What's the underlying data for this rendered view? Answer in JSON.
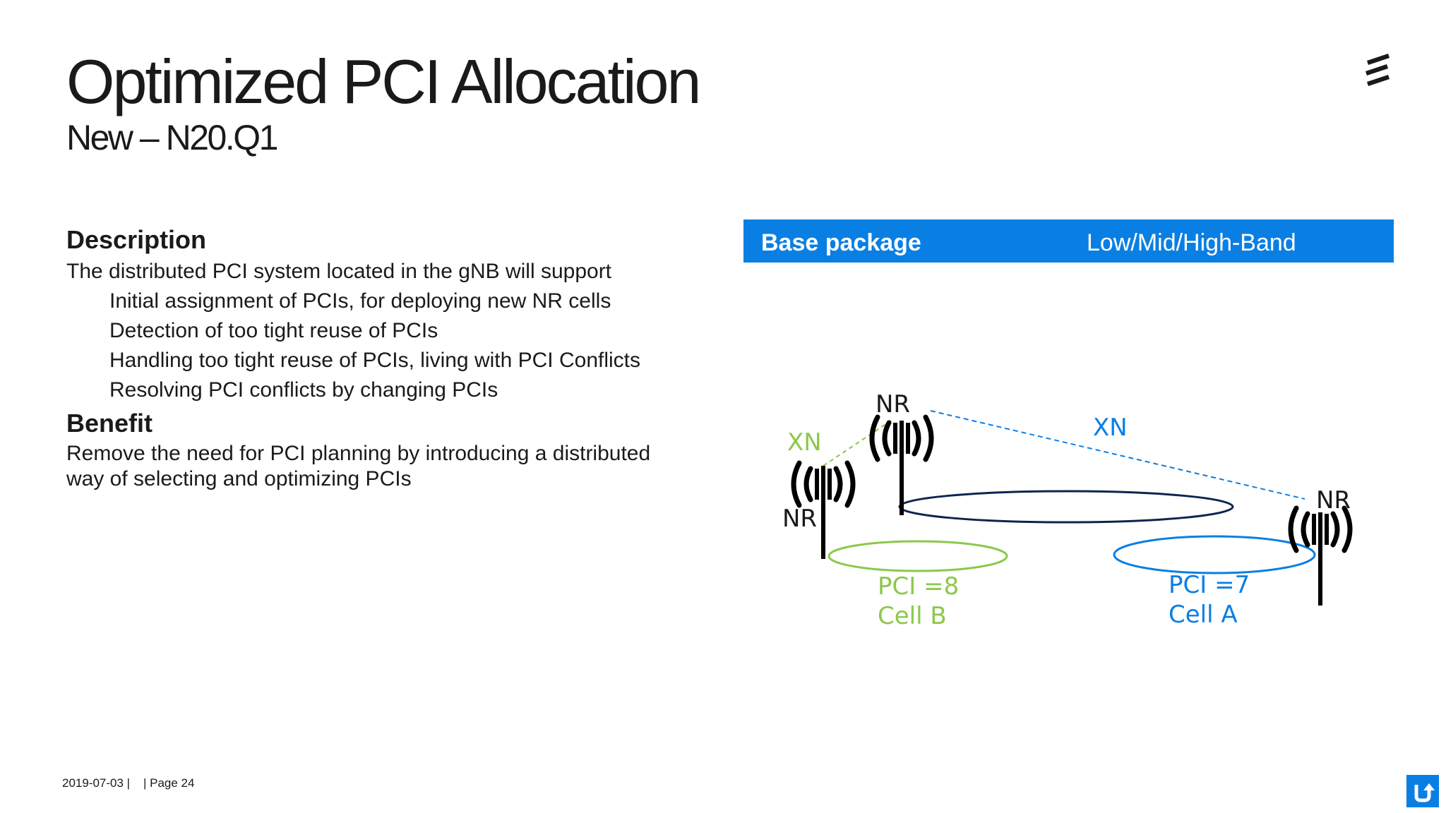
{
  "slide": {
    "title": "Optimized PCI Allocation",
    "subtitle": "New – N20.Q1"
  },
  "description": {
    "heading": "Description",
    "intro": "The distributed PCI system located in the gNB will support",
    "items": [
      "Initial assignment of PCIs, for deploying new NR cells",
      "Detection of too tight reuse of PCIs",
      "Handling too tight reuse of PCIs, living with PCI Conflicts",
      "Resolving PCI conflicts by changing PCIs"
    ]
  },
  "benefit": {
    "heading": "Benefit",
    "lines": [
      "Remove the need for PCI planning by introducing a distributed",
      "way of selecting and optimizing PCIs"
    ]
  },
  "package": {
    "label": "Base package",
    "band": "Low/Mid/High-Band"
  },
  "diagram": {
    "node_top": "NR",
    "node_left": "NR",
    "node_right": "NR",
    "link_green": "XN",
    "link_blue": "XN",
    "cell_b_pci": "PCI =8",
    "cell_b_name": "Cell B",
    "cell_a_pci": "PCI =7",
    "cell_a_name": "Cell A",
    "colors": {
      "green": "#8cc84b",
      "blue": "#0a7fe3",
      "navy": "#0c2550",
      "antenna": "#000000"
    }
  },
  "footer": {
    "text": "2019-07-03 |    | Page 24"
  },
  "icons": {
    "logo": "ericsson-logo-icon",
    "corner": "scroll-up-icon"
  }
}
